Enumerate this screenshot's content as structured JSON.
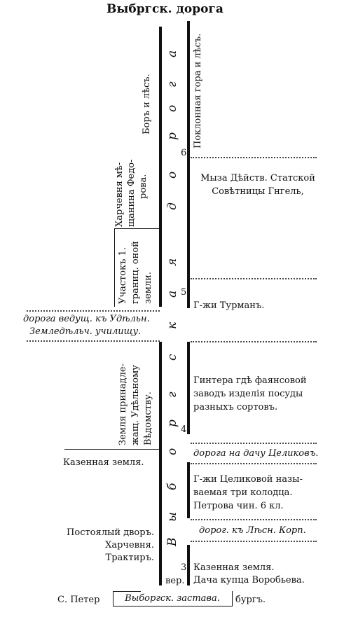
{
  "title": "Выбргск. дорога",
  "road_letters": [
    "В",
    "ы",
    "б",
    "о",
    "р",
    "г",
    "с",
    "к",
    "а",
    "я",
    "д",
    "о",
    "р",
    "о",
    "г",
    "а"
  ],
  "markers": {
    "m6": "6",
    "m5": "5",
    "m4": "4",
    "m3": "3",
    "ver": "вер."
  },
  "left": {
    "bor": "Боръ и лѣсъ.",
    "kharchevnya_l1": "Харчевня мѣ-",
    "kharchevnya_l2": "щанина Федо-",
    "kharchevnya_l3": "рова.",
    "uchastok_l1": "Участокъ 1.",
    "uchastok_l2": "границ. оной",
    "uchastok_l3": "земли.",
    "road_l1": "дорога ведущ. къ Удѣльн.",
    "road_l2": "Земледѣльч. училищу.",
    "zemlya_l1": "Земля принадле-",
    "zemlya_l2": "жащ. Удѣльному",
    "zemlya_l3": "Вѣдомству.",
    "kazennaya": "Казенная земля.",
    "dvor_l1": "Постоялый дворъ.",
    "dvor_l2": "Харчевня.",
    "dvor_l3": "Трактиръ."
  },
  "right": {
    "poklonnaya": "Поклонная гора и лѣсъ.",
    "myza_l1": "Мыза Дѣйств. Статской",
    "myza_l2": "Совѣтницы Гнгель,",
    "turman": "Г-жи Турманъ.",
    "gintera_l1": "Гинтера гдѣ фаянсовой",
    "gintera_l2": "заводъ изделія посуды",
    "gintera_l3": "разныхъ сортовъ.",
    "road_dacha": "дорога на дачу Целиковъ.",
    "tselikova_l1": "Г-жи Целиковой назы-",
    "tselikova_l2": "ваемая три колодца.",
    "tselikova_l3": "Петрова чин. 6 кл.",
    "road_lesn": "дорог. къ Лѣсн. Корп.",
    "kazennaya_l1": "Казенная земля.",
    "kazennaya_l2": "Дача купца Воробьева."
  },
  "bottom": {
    "left": "С. Петер",
    "zastava": "Выборгск. застава.",
    "right": "бургъ."
  }
}
